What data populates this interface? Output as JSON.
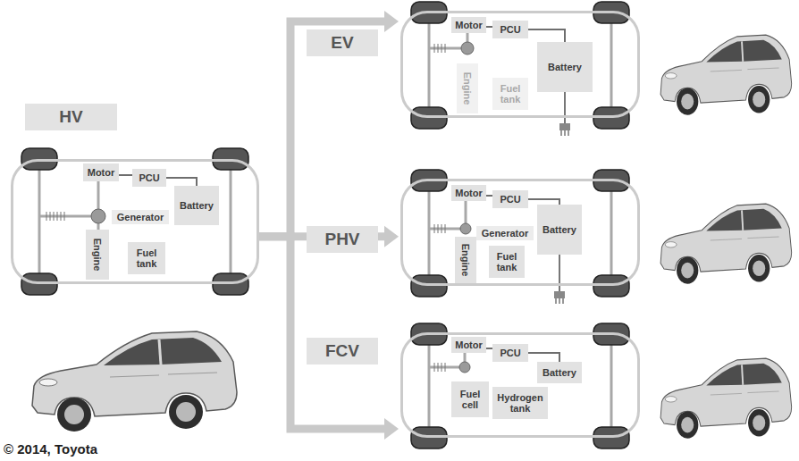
{
  "diagram": {
    "nodes": [
      {
        "text": [
          "HV"
        ]
      },
      {
        "text": [
          "Motor"
        ],
        "in": 0
      },
      {
        "text": [
          "PCU"
        ],
        "in": 0
      },
      {
        "text": [
          "Battery"
        ],
        "in": 0
      },
      {
        "text": [
          "Generator"
        ],
        "in": 0
      },
      {
        "text": [
          "Engine"
        ],
        "in": 0
      },
      {
        "text": [
          "Fuel tank"
        ],
        "in": 0
      },
      {
        "text": [
          "EV"
        ]
      },
      {
        "text": [
          "Motor"
        ],
        "in": 7
      },
      {
        "text": [
          "PCU"
        ],
        "in": 7
      },
      {
        "text": [
          "Battery"
        ],
        "in": 7
      },
      {
        "text": [
          "Engine"
        ],
        "in": 7
      },
      {
        "text": [
          "Fuel tank"
        ],
        "in": 7
      },
      {
        "text": [
          "PHV"
        ]
      },
      {
        "text": [
          "Motor"
        ],
        "in": 13
      },
      {
        "text": [
          "PCU"
        ],
        "in": 13
      },
      {
        "text": [
          "Generator"
        ],
        "in": 13
      },
      {
        "text": [
          "Battery"
        ],
        "in": 13
      },
      {
        "text": [
          "Engine"
        ],
        "in": 13
      },
      {
        "text": [
          "Fuel tank"
        ],
        "in": 13
      },
      {
        "text": [
          "FCV"
        ]
      },
      {
        "text": [
          "Motor"
        ],
        "in": 20
      },
      {
        "text": [
          "PCU"
        ],
        "in": 20
      },
      {
        "text": [
          "Battery"
        ],
        "in": 20
      },
      {
        "text": [
          "Fuel cell"
        ],
        "in": 20
      },
      {
        "text": [
          "Hydrogen tank"
        ],
        "in": 20
      }
    ],
    "edges": [
      {
        "from": 0,
        "to": 7,
        "arrow": "to"
      },
      {
        "from": 0,
        "to": 13,
        "arrow": "to"
      },
      {
        "from": 0,
        "to": 20,
        "arrow": "to"
      },
      {
        "from": 1,
        "to": 2,
        "arrow": "none"
      },
      {
        "from": 2,
        "to": 3,
        "arrow": "none"
      },
      {
        "from": 8,
        "to": 9,
        "arrow": "none"
      },
      {
        "from": 9,
        "to": 10,
        "arrow": "none"
      },
      {
        "from": 14,
        "to": 15,
        "arrow": "none"
      },
      {
        "from": 15,
        "to": 17,
        "arrow": "none"
      },
      {
        "from": 21,
        "to": 22,
        "arrow": "none"
      },
      {
        "from": 22,
        "to": 23,
        "arrow": "none"
      }
    ],
    "labels": [
      "© 2014, Toyota"
    ]
  }
}
